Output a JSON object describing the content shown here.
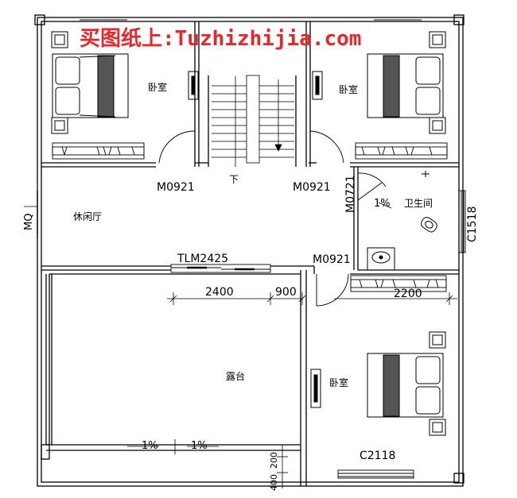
{
  "watermark": "买图纸上:Tuzhizhijia.com",
  "colors": {
    "wall": "#000000",
    "watermark": "#e8262b",
    "background": "#ffffff"
  },
  "rooms": {
    "bedroom_nw": "卧室",
    "bedroom_ne": "卧室",
    "bedroom_se": "卧室",
    "lounge": "休闲厅",
    "bathroom": "卫生间",
    "terrace": "露台"
  },
  "stairs": {
    "down_label": "下"
  },
  "door_codes": {
    "nw_bedroom_door": "M0921",
    "ne_bedroom_door": "M0921",
    "bath_door": "M0721",
    "se_bedroom_door": "M0921",
    "sliding_door": "TLM2425"
  },
  "window_codes": {
    "east_bath": "C1518",
    "south_bedroom": "C2118",
    "west": "MQ"
  },
  "dimensions": {
    "d1": "2400",
    "d2": "900",
    "d3": "2200",
    "d4": "200",
    "d5": "400"
  },
  "slopes": {
    "bath": "1%",
    "terrace_1": "1%",
    "terrace_2": "1%"
  }
}
